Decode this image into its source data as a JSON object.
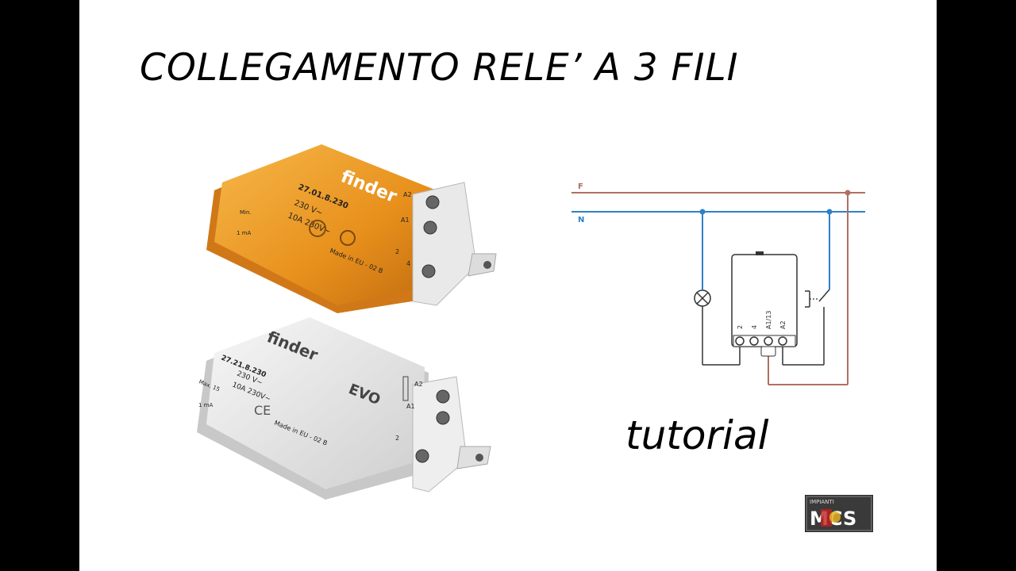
{
  "slide": {
    "title": "COLLEGAMENTO RELE’ A 3 FILI",
    "subtitle": "tutorial"
  },
  "relay_orange": {
    "brand": "finder",
    "model": "27.01.8.230",
    "coil": "230 V~",
    "contact": "10A 230V~",
    "mark": "Made in EU - 02 B",
    "terminal_a1": "A1",
    "terminal_a2": "A2",
    "terminal_2": "2",
    "terminal_4": "4",
    "min_label": "Min.",
    "current": "1 mA",
    "color": "#f0a020"
  },
  "relay_white": {
    "brand": "finder",
    "model": "27.21.8.230",
    "series": "EVO",
    "coil": "230 V~",
    "contact": "10A 230V~",
    "mark": "Made in EU - 02 B",
    "terminal_a1": "A1",
    "terminal_a2": "A2",
    "terminal_2": "2",
    "max_label": "Max. 15",
    "current": "1 mA",
    "color": "#e6e6e6"
  },
  "schematic": {
    "phase_label": "F",
    "neutral_label": "N",
    "pin_labels": [
      "2",
      "4",
      "A1/13",
      "A2"
    ],
    "phase_color": "#b07060",
    "neutral_color": "#2f80c8"
  },
  "logo": {
    "top_text": "IMPIANTI",
    "main_text": "MCS"
  }
}
